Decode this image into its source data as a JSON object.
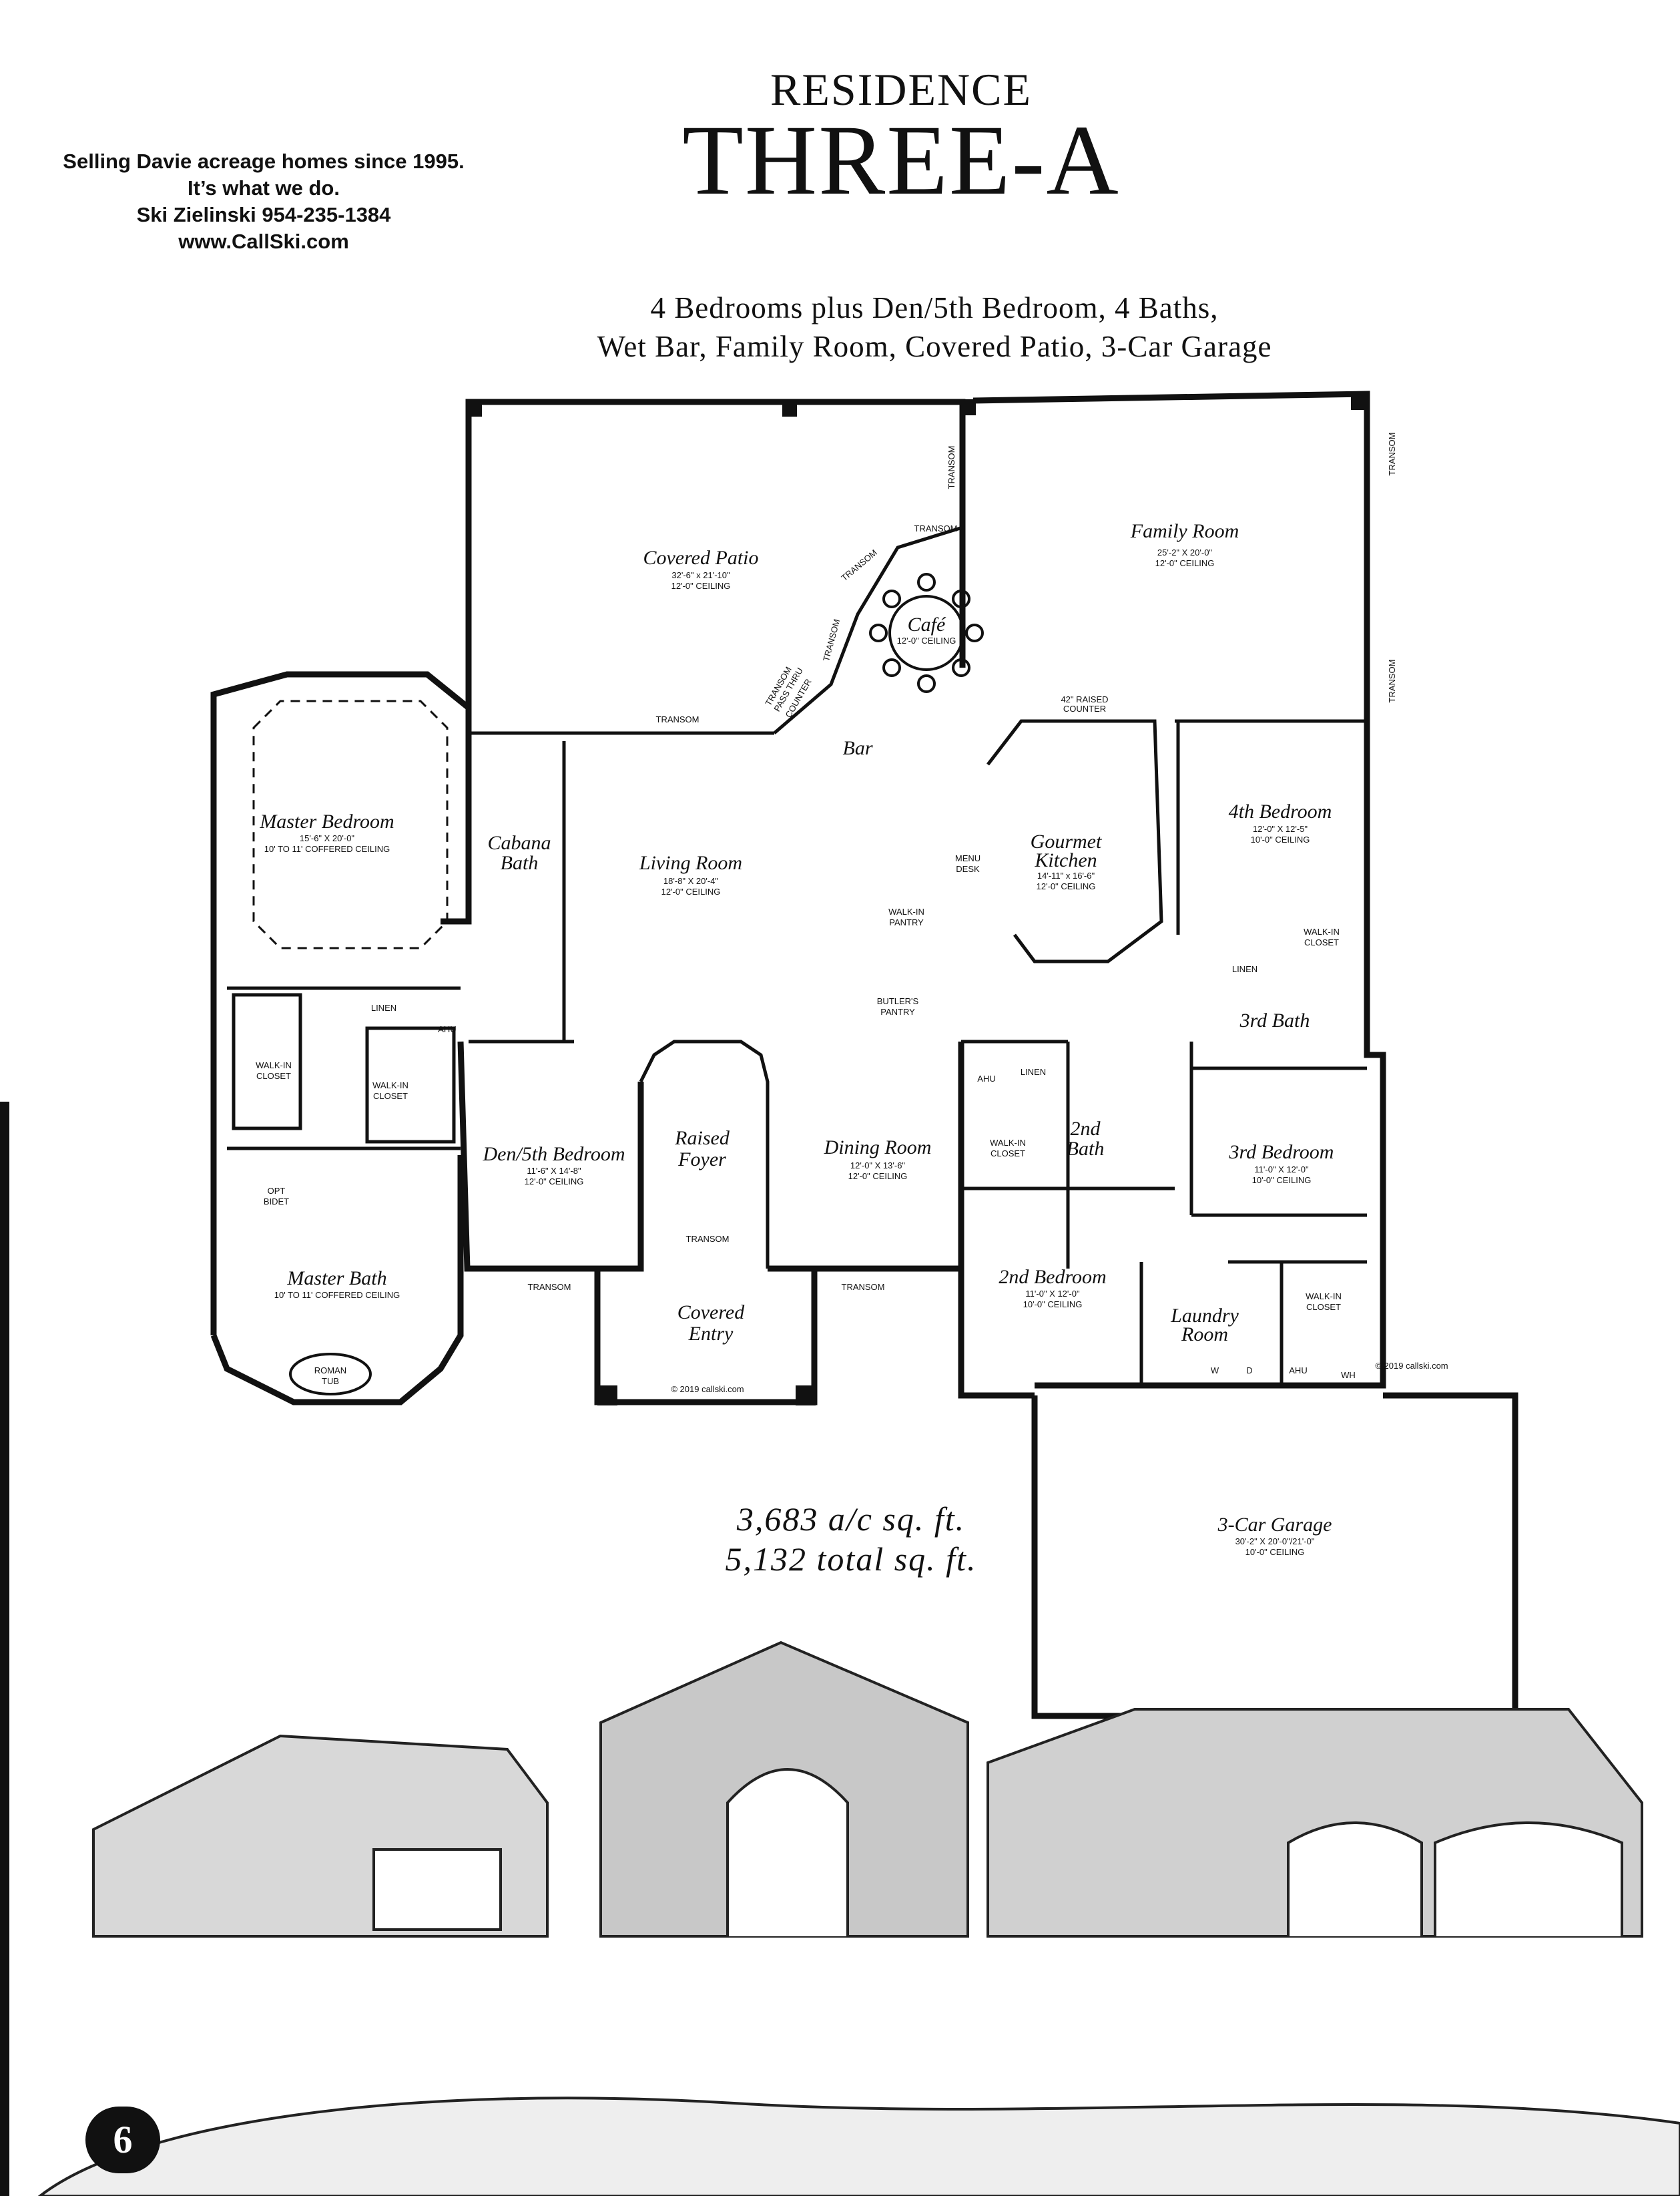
{
  "agent": {
    "line1": "Selling Davie acreage homes since 1995.",
    "line2": "It’s what we do.",
    "line3": "Ski Zielinski 954-235-1384",
    "line4": "www.CallSki.com"
  },
  "residence": {
    "label": "RESIDENCE",
    "name": "THREE-A"
  },
  "description": {
    "line1": "4 Bedrooms plus Den/5th Bedroom, 4 Baths,",
    "line2": "Wet Bar, Family Room, Covered Patio, 3-Car Garage"
  },
  "rooms": {
    "covered_patio": {
      "name": "Covered Patio",
      "dims": "32'-6\" x 21'-10\"",
      "ceiling": "12'-0\" CEILING"
    },
    "family_room": {
      "name": "Family Room",
      "dims": "25'-2\" X 20'-0\"",
      "ceiling": "12'-0\" CEILING"
    },
    "cafe": {
      "name": "Café",
      "ceiling": "12'-0\" CEILING"
    },
    "bar": {
      "name": "Bar"
    },
    "master_bedroom": {
      "name": "Master Bedroom",
      "dims": "15'-6\" X 20'-0\"",
      "ceiling": "10' TO 11' COFFERED CEILING"
    },
    "cabana_bath": {
      "line1": "Cabana",
      "line2": "Bath"
    },
    "living_room": {
      "name": "Living Room",
      "dims": "18'-8\" X 20'-4\"",
      "ceiling": "12'-0\" CEILING"
    },
    "gourmet_kitchen": {
      "line1": "Gourmet",
      "line2": "Kitchen",
      "dims": "14'-11\" x 16'-6\"",
      "ceiling": "12'-0\" CEILING"
    },
    "fourth_bedroom": {
      "name": "4th Bedroom",
      "dims": "12'-0\" X 12'-5\"",
      "ceiling": "10'-0\" CEILING"
    },
    "third_bath": {
      "name": "3rd Bath"
    },
    "den": {
      "name": "Den/5th Bedroom",
      "dims": "11'-6\" X 14'-8\"",
      "ceiling": "12'-0\" CEILING"
    },
    "raised_foyer": {
      "line1": "Raised",
      "line2": "Foyer"
    },
    "dining_room": {
      "name": "Dining Room",
      "dims": "12'-0\" X 13'-6\"",
      "ceiling": "12'-0\" CEILING"
    },
    "second_bath": {
      "line1": "2nd",
      "line2": "Bath"
    },
    "third_bedroom": {
      "name": "3rd Bedroom",
      "dims": "11'-0\" X 12'-0\"",
      "ceiling": "10'-0\" CEILING"
    },
    "master_bath": {
      "name": "Master Bath",
      "ceiling": "10' TO 11' COFFERED CEILING"
    },
    "covered_entry": {
      "line1": "Covered",
      "line2": "Entry"
    },
    "second_bedroom": {
      "name": "2nd Bedroom",
      "dims": "11'-0\" X 12'-0\"",
      "ceiling": "10'-0\" CEILING"
    },
    "laundry": {
      "line1": "Laundry",
      "line2": "Room"
    },
    "garage": {
      "name": "3-Car Garage",
      "dims": "30'-2\" X 20'-0\"/21'-0\"",
      "ceiling": "10'-0\" CEILING"
    }
  },
  "labels": {
    "transom": "TRANSOM",
    "raised_counter_1": "42\" RAISED",
    "raised_counter_2": "COUNTER",
    "pass_thru_1": "PASS THRU",
    "pass_thru_2": "COUNTER",
    "menu_desk_1": "MENU",
    "menu_desk_2": "DESK",
    "walkin_pantry_1": "WALK-IN",
    "walkin_pantry_2": "PANTRY",
    "butlers_pantry_1": "BUTLER'S",
    "butlers_pantry_2": "PANTRY",
    "walkin_1": "WALK-IN",
    "walkin_2": "CLOSET",
    "linen": "LINEN",
    "ahu": "AHU",
    "opt_bidet_1": "OPT",
    "opt_bidet_2": "BIDET",
    "roman_tub_1": "ROMAN",
    "roman_tub_2": "TUB",
    "washer": "W",
    "dryer": "D",
    "water_heater": "WH",
    "watermark": "© 2019 callski.com"
  },
  "sqft": {
    "ac": "3,683 a/c sq. ft.",
    "total": "5,132 total sq. ft."
  },
  "page_number": "6"
}
